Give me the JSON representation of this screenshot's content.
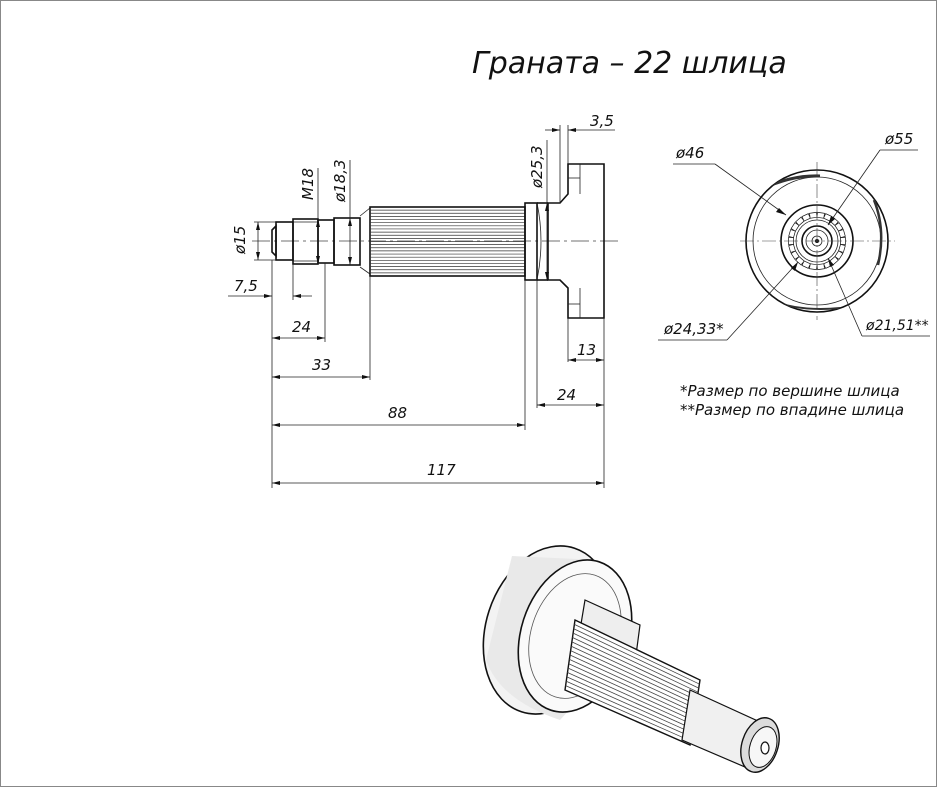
{
  "title": "Граната – 22 шлица",
  "dimensions": {
    "d15": "ø15",
    "m18": "M18",
    "d18_3": "ø18,3",
    "d25_3": "ø25,3",
    "w3_5": "3,5",
    "l7_5": "7,5",
    "l24a": "24",
    "l33": "33",
    "l88": "88",
    "l117": "117",
    "l13": "13",
    "l24b": "24",
    "d46": "ø46",
    "d55": "ø55",
    "d24_33": "ø24,33*",
    "d21_51": "ø21,51**"
  },
  "notes": [
    "*Размер по вершине шлица",
    "**Размер по впадине шлица"
  ],
  "spline_count": 22
}
